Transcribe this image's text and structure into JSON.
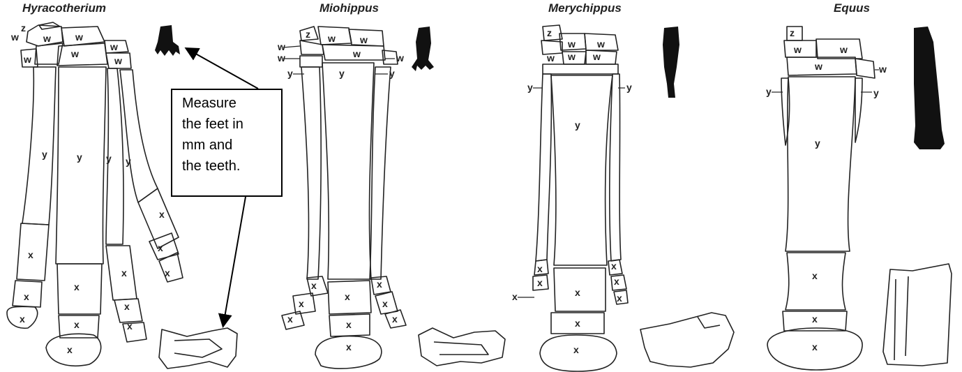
{
  "genera": [
    "Hyracotherium",
    "Miohippus",
    "Merychippus",
    "Equus"
  ],
  "callout": {
    "lines": [
      "Measure",
      "the feet in",
      "mm and",
      "the teeth."
    ]
  },
  "bone_labels": {
    "z": "z",
    "w": "w",
    "y": "y",
    "x": "x"
  },
  "colors": {
    "line": "#222222",
    "silhouette": "#111111",
    "callout_border": "#000000"
  }
}
